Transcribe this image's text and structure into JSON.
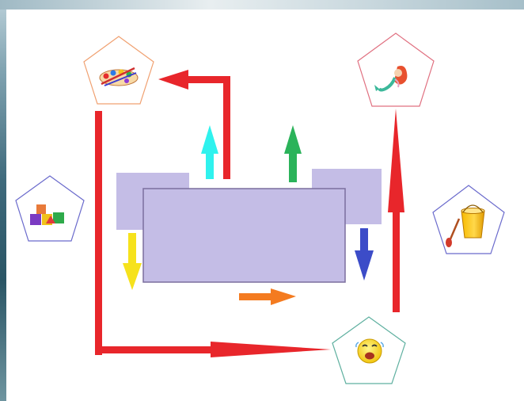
{
  "colors": {
    "slide_background": "#ffffff",
    "block_fill": "#c4bde6",
    "block_stroke": "#7b6f9e",
    "route_arrow": "#e8262b",
    "arrow_cyan": "#2ff2ee",
    "arrow_green": "#2bb35a",
    "arrow_yellow": "#f6e21c",
    "arrow_blue": "#3c4cc8",
    "arrow_orange": "#f47b20",
    "pentagon_stroke_orange": "#f0a070",
    "pentagon_stroke_pink": "#e07080",
    "pentagon_stroke_blue": "#6a6acc",
    "pentagon_stroke_teal": "#5fb0a0"
  },
  "nodes": [
    {
      "id": "painting",
      "icon": "paint-palette-icon"
    },
    {
      "id": "mermaid",
      "icon": "mermaid-icon"
    },
    {
      "id": "blocks",
      "icon": "toy-blocks-icon"
    },
    {
      "id": "bucket",
      "icon": "sand-bucket-icon"
    },
    {
      "id": "smiley",
      "icon": "laughing-face-icon"
    }
  ]
}
